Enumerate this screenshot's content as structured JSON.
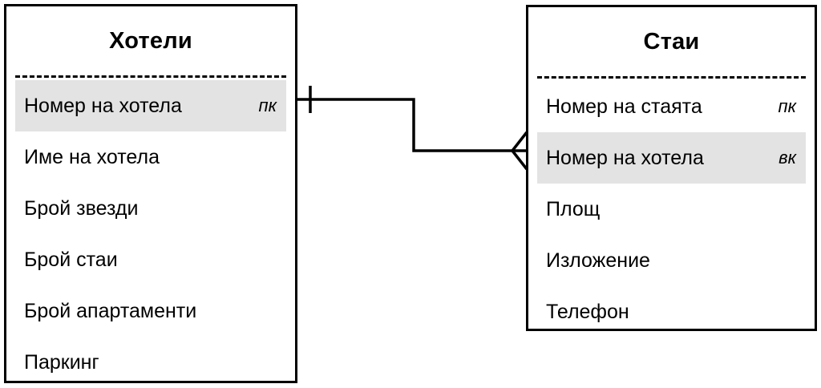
{
  "diagram": {
    "type": "entity-relationship-diagram",
    "notation": "crow's-foot",
    "background_color": "#ffffff",
    "line_color": "#000000",
    "highlight_color": "#e3e3e3"
  },
  "entities": [
    {
      "id": "hotels",
      "title": "Хотели",
      "attributes": [
        {
          "name": "Номер на хотела",
          "key": "пк",
          "highlighted": true
        },
        {
          "name": "Име на хотела",
          "key": "",
          "highlighted": false
        },
        {
          "name": "Брой звезди",
          "key": "",
          "highlighted": false
        },
        {
          "name": "Брой стаи",
          "key": "",
          "highlighted": false
        },
        {
          "name": "Брой апартаменти",
          "key": "",
          "highlighted": false
        },
        {
          "name": "Паркинг",
          "key": "",
          "highlighted": false
        }
      ]
    },
    {
      "id": "rooms",
      "title": "Стаи",
      "attributes": [
        {
          "name": "Номер на стаята",
          "key": "пк",
          "highlighted": false
        },
        {
          "name": "Номер на хотела",
          "key": "вк",
          "highlighted": true
        },
        {
          "name": "Площ",
          "key": "",
          "highlighted": false
        },
        {
          "name": "Изложение",
          "key": "",
          "highlighted": false
        },
        {
          "name": "Телефон",
          "key": "",
          "highlighted": false
        }
      ]
    }
  ],
  "relationship": {
    "from_entity": "hotels",
    "from_attribute": "Номер на хотела",
    "from_cardinality": "one",
    "to_entity": "rooms",
    "to_attribute": "Номер на хотела",
    "to_cardinality": "many"
  }
}
